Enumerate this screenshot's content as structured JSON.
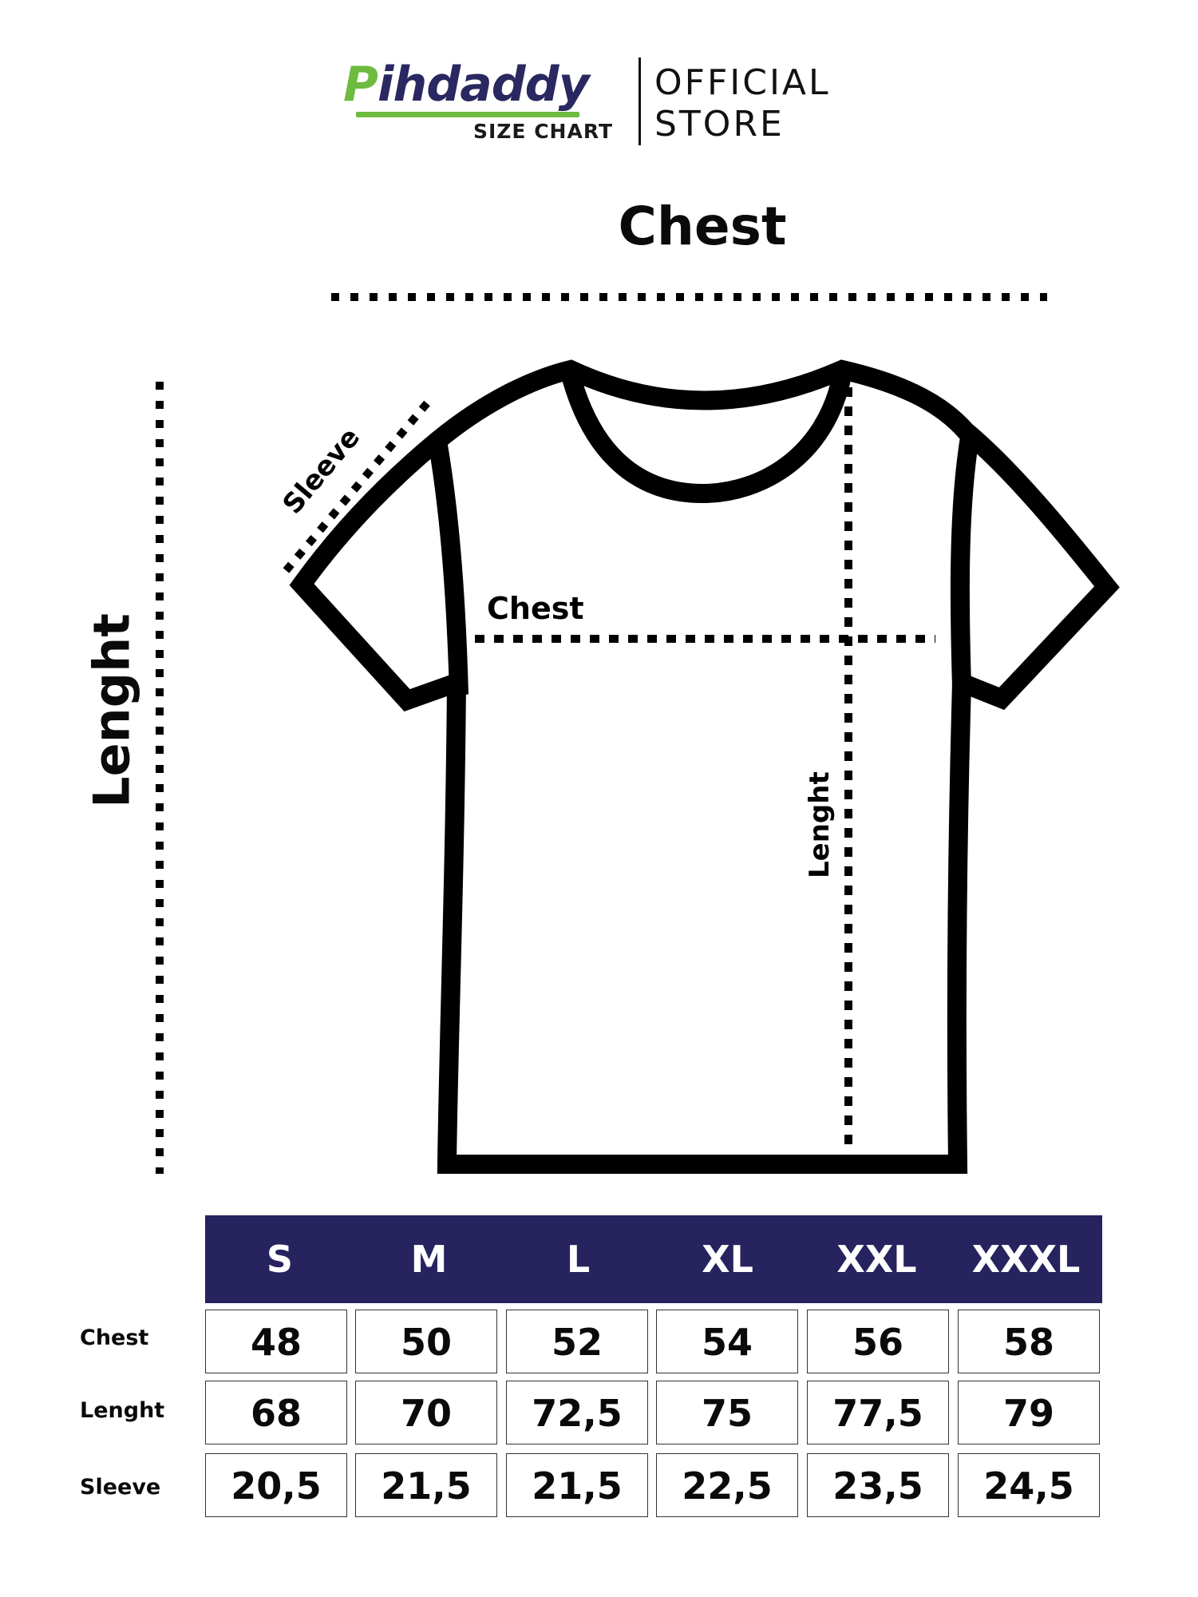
{
  "brand": {
    "wordmark_initial": "P",
    "wordmark_rest": "ihdaddy",
    "subtitle": "SIZE CHART",
    "store_line1": "OFFICIAL",
    "store_line2": "STORE"
  },
  "titles": {
    "chest": "Chest",
    "length": "Lenght"
  },
  "diagram_labels": {
    "sleeve": "Sleeve",
    "chest": "Chest",
    "length": "Lenght"
  },
  "table": {
    "sizes": [
      "S",
      "M",
      "L",
      "XL",
      "XXL",
      "XXXL"
    ],
    "rows": [
      {
        "label": "Chest",
        "values": [
          "48",
          "50",
          "52",
          "54",
          "56",
          "58"
        ]
      },
      {
        "label": "Lenght",
        "values": [
          "68",
          "70",
          "72,5",
          "75",
          "77,5",
          "79"
        ]
      },
      {
        "label": "Sleeve",
        "values": [
          "20,5",
          "21,5",
          "21,5",
          "22,5",
          "23,5",
          "24,5"
        ]
      }
    ]
  },
  "colors": {
    "brand_green": "#6dbb3f",
    "brand_navy": "#2a2860",
    "header_bar": "#27235f"
  }
}
